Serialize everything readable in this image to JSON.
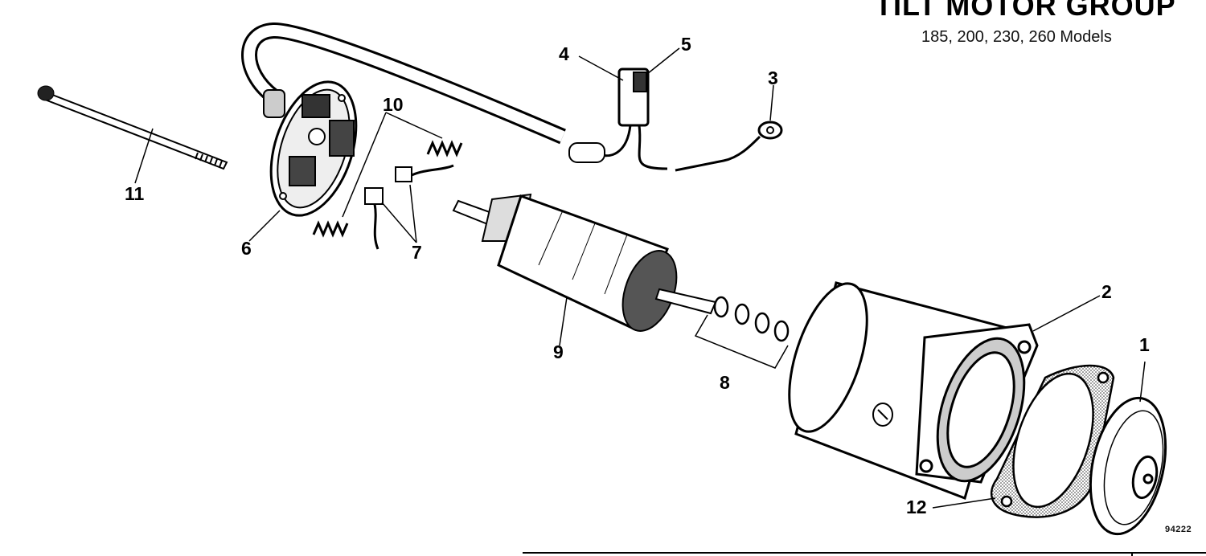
{
  "header": {
    "title": "TILT MOTOR GROUP",
    "subtitle": "185, 200, 230, 260 Models"
  },
  "figure_number": "94222",
  "callouts": {
    "c1": "1",
    "c2": "2",
    "c3": "3",
    "c4": "4",
    "c5": "5",
    "c6": "6",
    "c7": "7",
    "c8": "8",
    "c9": "9",
    "c10": "10",
    "c11": "11",
    "c12": "12"
  }
}
